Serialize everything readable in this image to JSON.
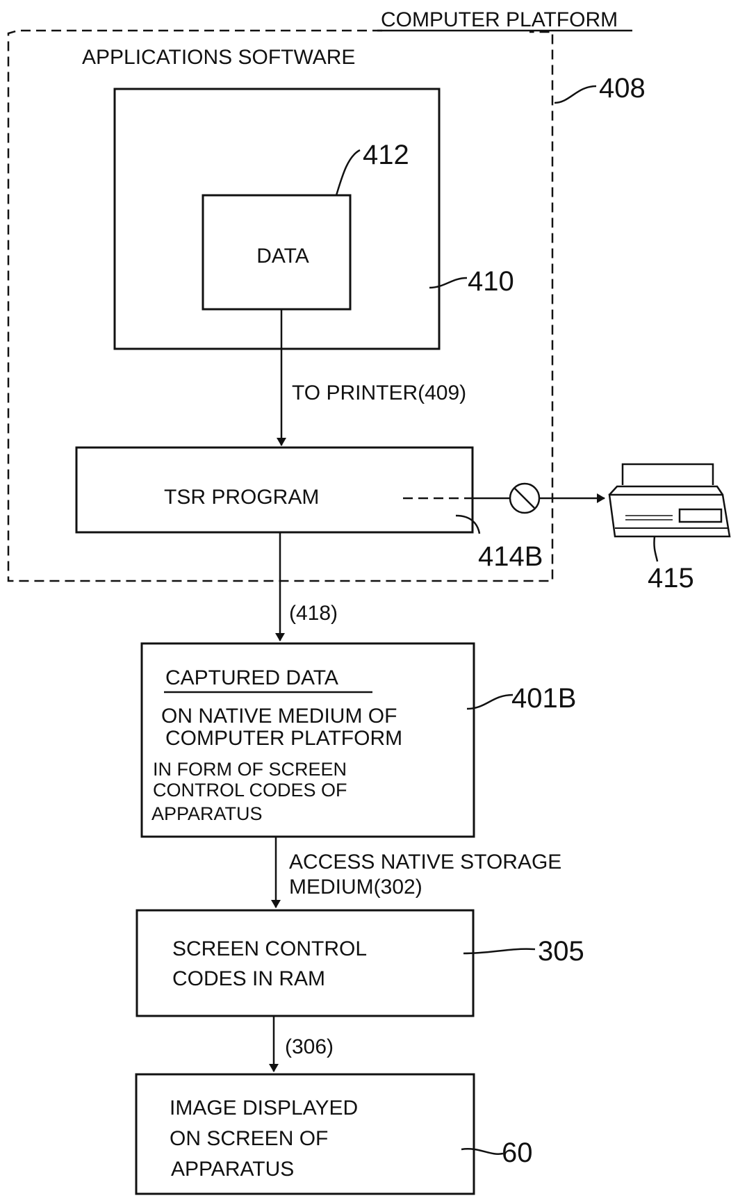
{
  "platform": {
    "title": "COMPUTER PLATFORM",
    "ref": "408"
  },
  "apps": {
    "title": "APPLICATIONS SOFTWARE",
    "ref": "410"
  },
  "data_box": {
    "label": "DATA",
    "ref": "412"
  },
  "edge_printer": "TO PRINTER(409)",
  "tsr": {
    "label": "TSR PROGRAM",
    "ref": "414B"
  },
  "printer": {
    "ref": "415"
  },
  "edge_418": "(418)",
  "captured": {
    "title": "CAPTURED DATA",
    "line1": "ON NATIVE MEDIUM OF",
    "line2": "COMPUTER PLATFORM",
    "line3": "IN FORM OF SCREEN",
    "line4": "CONTROL CODES OF",
    "line5": "APPARATUS",
    "ref": "401B"
  },
  "edge_access": {
    "line1": "ACCESS NATIVE STORAGE",
    "line2": "MEDIUM(302)"
  },
  "ram": {
    "line1": "SCREEN CONTROL",
    "line2": "CODES IN RAM",
    "ref": "305"
  },
  "edge_306": "(306)",
  "display": {
    "line1": "IMAGE DISPLAYED",
    "line2": "ON SCREEN OF",
    "line3": "APPARATUS",
    "ref": "60"
  }
}
